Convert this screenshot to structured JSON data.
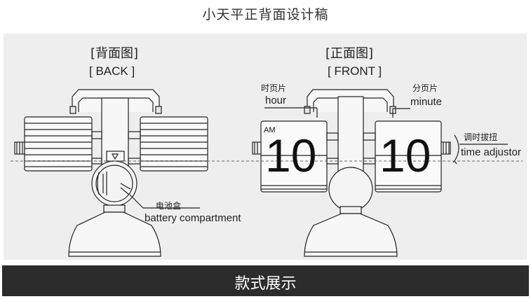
{
  "title": "小天平正背面设计稿",
  "back_view": {
    "label_zh": "[背面图]",
    "label_en": "[ BACK ]",
    "battery_label_zh": "电池盒",
    "battery_label_en": "battery compartment"
  },
  "front_view": {
    "label_zh": "[正面图]",
    "label_en": "[ FRONT ]",
    "hour_label_zh": "时页片",
    "hour_label_en": "hour",
    "minute_label_zh": "分页片",
    "minute_label_en": "minute",
    "adjust_label_zh": "调时拔扭",
    "adjust_label_en": "time adjustor",
    "ampm": "AM",
    "hour_value": "10",
    "minute_value": "10"
  },
  "footer": {
    "text": "款式展示",
    "background": "#2c2c2c"
  },
  "colors": {
    "panel": "#eeeeee",
    "line": "#222222"
  }
}
